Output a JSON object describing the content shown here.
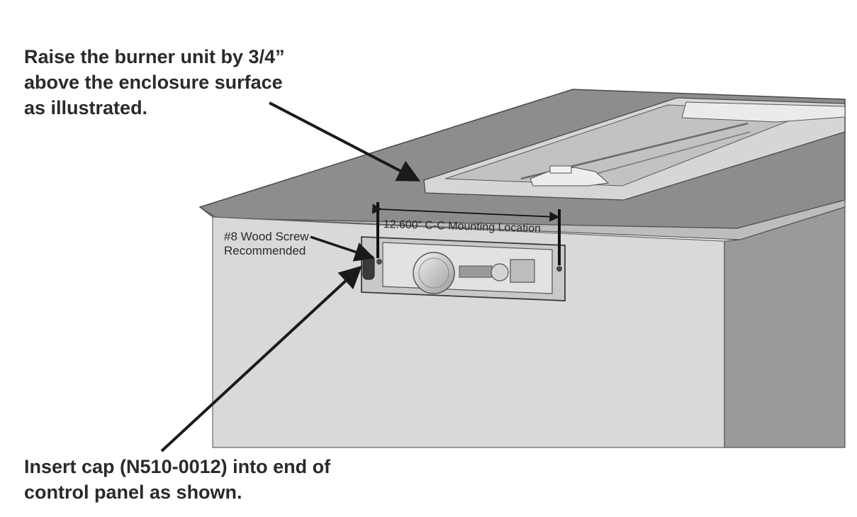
{
  "callouts": {
    "raise_burner": {
      "line1": "Raise the burner unit by 3/4”",
      "line2": "above the enclosure surface",
      "line3": "as illustrated."
    },
    "insert_cap": {
      "line1": "Insert cap (N510-0012) into end of",
      "line2": "control panel as shown."
    }
  },
  "labels": {
    "screw_line1": "#8 Wood Screw",
    "screw_line2": "Recommended",
    "dimension": "12.600” C-C Mounting Location"
  },
  "colors": {
    "text": "#2a2a2a",
    "enclosure_top": "#8d8d8d",
    "enclosure_front": "#d9d9d9",
    "enclosure_side": "#9a9a9a",
    "leader": "#1a1a1a"
  }
}
